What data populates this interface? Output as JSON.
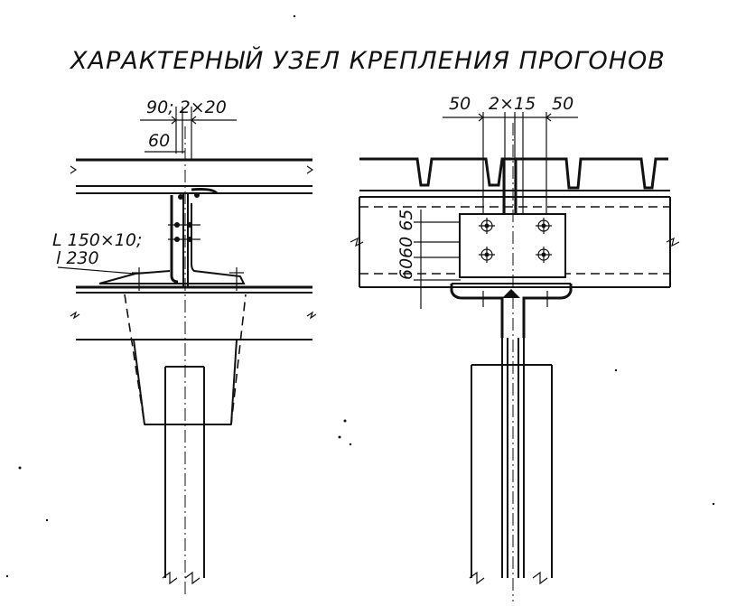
{
  "title": "ХАРАКТЕРНЫЙ УЗЕЛ КРЕПЛЕНИЯ ПРОГОНОВ",
  "left_node": {
    "dim_top": "90; 2×20",
    "dim_sub": "60",
    "angle_label_line1": "L 150×10;",
    "angle_label_line2": "l 230"
  },
  "right_node": {
    "dim_left": "50",
    "dim_mid": "2×15",
    "dim_right": "50",
    "dim_vertical_upper": "60 65",
    "dim_vertical_lower": "60"
  }
}
